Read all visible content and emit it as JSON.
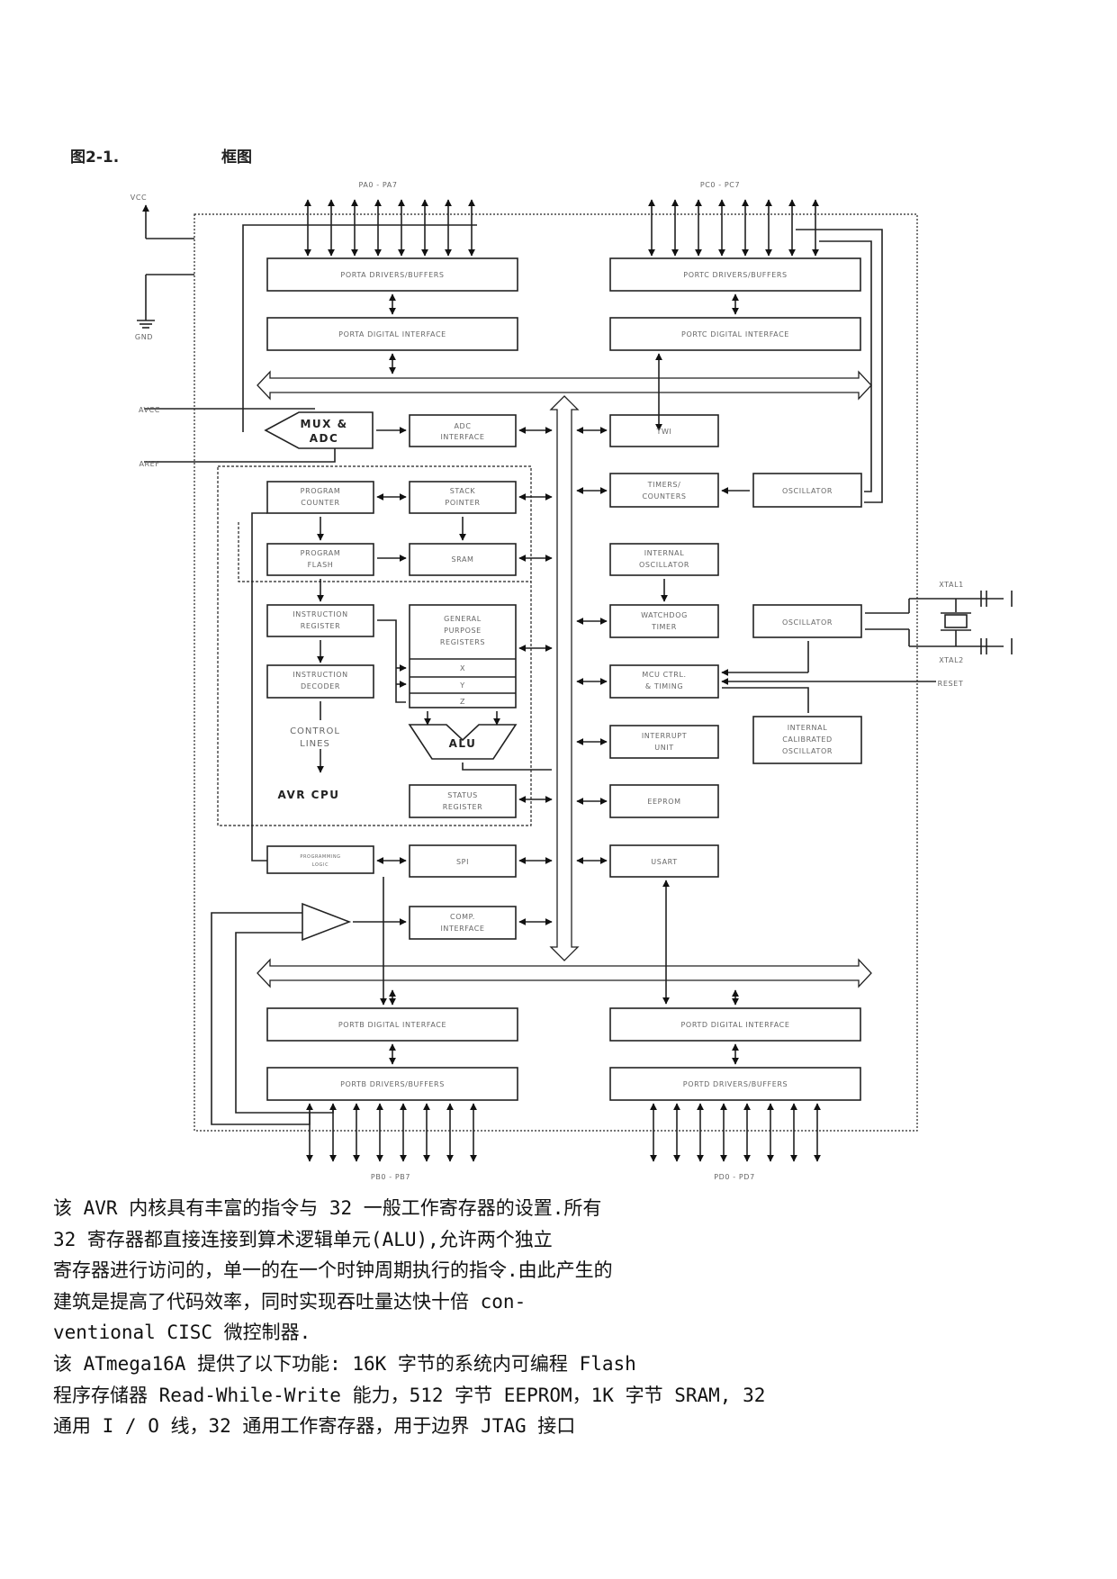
{
  "figure": {
    "number": "图2-1.",
    "title": "框图",
    "labels": {
      "pa_pins": "PA0 - PA7",
      "pc_pins": "PC0 - PC7",
      "pb_pins": "PB0 - PB7",
      "pd_pins": "PD0 - PD7",
      "vcc": "VCC",
      "gnd": "GND",
      "avcc": "AVCC",
      "aref": "AREF",
      "xtal1": "XTAL1",
      "xtal2": "XTAL2",
      "reset": "RESET",
      "porta_drivers": "PORTA DRIVERS/BUFFERS",
      "porta_digital": "PORTA DIGITAL INTERFACE",
      "portc_drivers": "PORTC DRIVERS/BUFFERS",
      "portc_digital": "PORTC DIGITAL INTERFACE",
      "portb_digital": "PORTB DIGITAL INTERFACE",
      "portb_drivers": "PORTB DRIVERS/BUFFERS",
      "portd_digital": "PORTD DIGITAL INTERFACE",
      "portd_drivers": "PORTD DRIVERS/BUFFERS",
      "mux1": "MUX &",
      "mux2": "ADC",
      "adc_if1": "ADC",
      "adc_if2": "INTERFACE",
      "twi": "TWI",
      "timers1": "TIMERS/",
      "timers2": "COUNTERS",
      "oscillator": "OSCILLATOR",
      "pc1": "PROGRAM",
      "pc2": "COUNTER",
      "sp1": "STACK",
      "sp2": "POINTER",
      "pf1": "PROGRAM",
      "pf2": "FLASH",
      "sram": "SRAM",
      "int_osc1": "INTERNAL",
      "int_osc2": "OSCILLATOR",
      "ir1": "INSTRUCTION",
      "ir2": "REGISTER",
      "gpr1": "GENERAL",
      "gpr2": "PURPOSE",
      "gpr3": "REGISTERS",
      "reg_x": "X",
      "reg_y": "Y",
      "reg_z": "Z",
      "wd1": "WATCHDOG",
      "wd2": "TIMER",
      "id1": "INSTRUCTION",
      "id2": "DECODER",
      "mcu1": "MCU CTRL.",
      "mcu2": "& TIMING",
      "cl1": "CONTROL",
      "cl2": "LINES",
      "alu": "ALU",
      "interrupt1": "INTERRUPT",
      "interrupt2": "UNIT",
      "cal1": "INTERNAL",
      "cal2": "CALIBRATED",
      "cal3": "OSCILLATOR",
      "avr_cpu": "AVR CPU",
      "status1": "STATUS",
      "status2": "REGISTER",
      "eeprom": "EEPROM",
      "prog_logic1": "PROGRAMMING",
      "prog_logic2": "LOGIC",
      "spi": "SPI",
      "usart": "USART",
      "comp1": "COMP.",
      "comp2": "INTERFACE"
    }
  },
  "paragraphs": [
    "该 AVR 内核具有丰富的指令与 32 一般工作寄存器的设置.所有",
    "32 寄存器都直接连接到算术逻辑单元(ALU),允许两个独立",
    "寄存器进行访问的，单一的在一个时钟周期执行的指令.由此产生的",
    "建筑是提高了代码效率，同时实现吞吐量达快十倍 con-",
    "ventional CISC 微控制器.",
    "该 ATmega16A 提供了以下功能: 16K 字节的系统内可编程 Flash",
    "程序存储器 Read-While-Write 能力，512 字节 EEPROM，1K 字节 SRAM, 32",
    "通用 I / O 线，32 通用工作寄存器，用于边界 JTAG 接口"
  ]
}
